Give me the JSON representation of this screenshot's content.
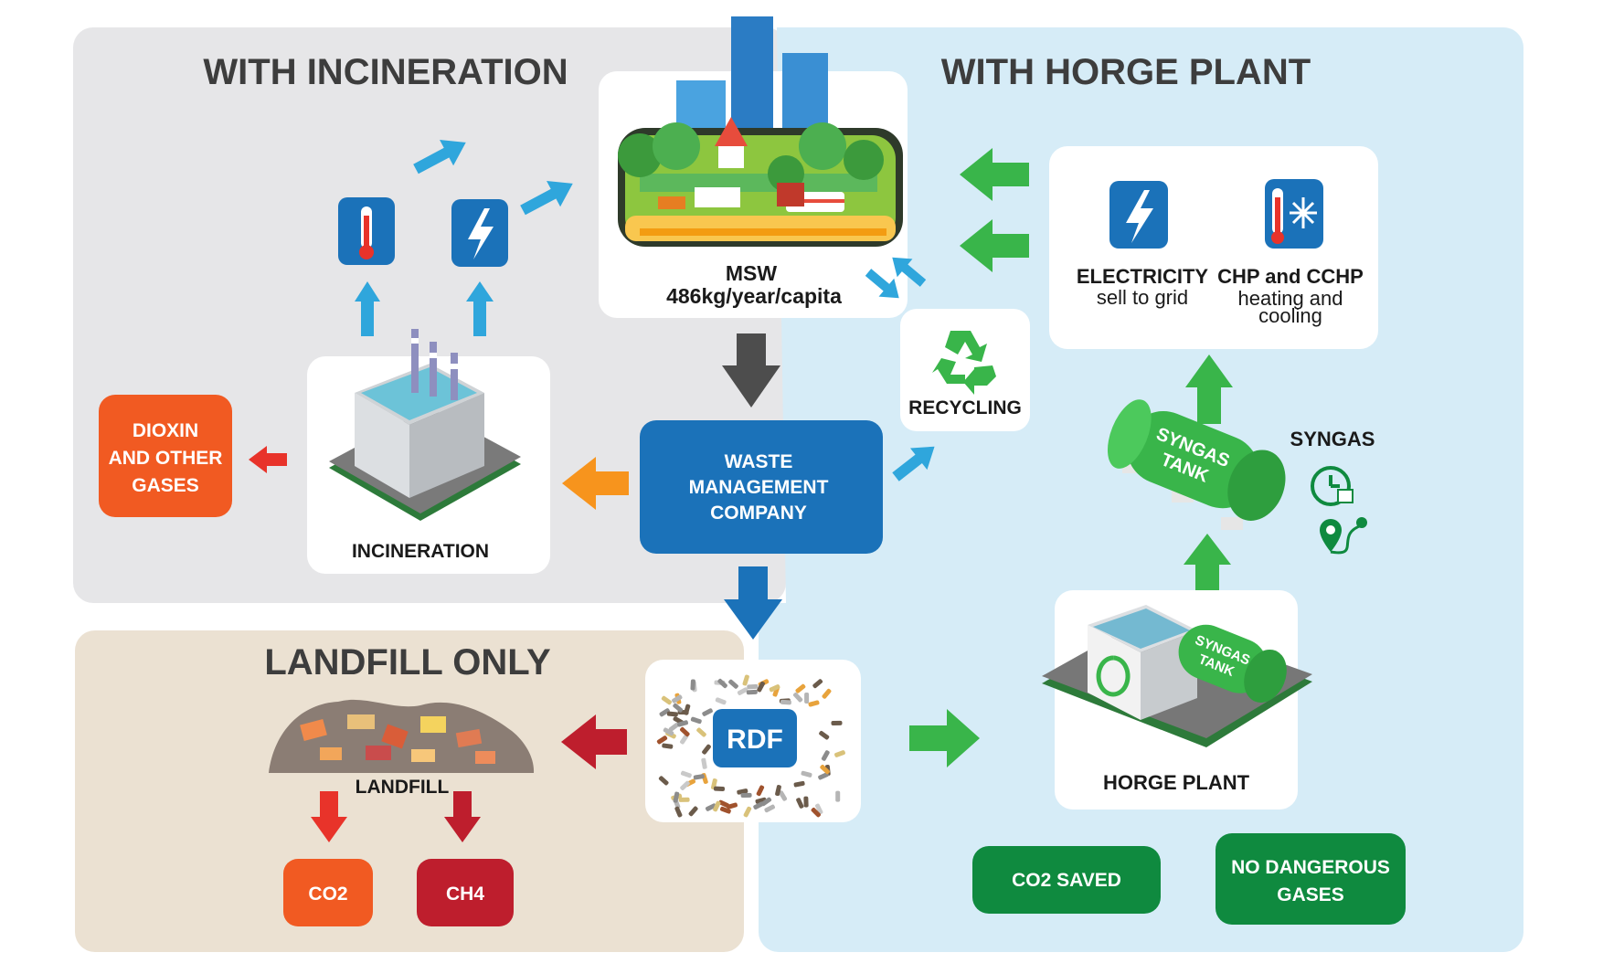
{
  "sections": {
    "incineration": {
      "title": "WITH INCINERATION"
    },
    "horge": {
      "title": "WITH HORGE PLANT"
    },
    "landfill": {
      "title": "LANDFILL ONLY"
    }
  },
  "nodes": {
    "msw": {
      "label": "MSW",
      "sublabel": "486kg/year/capita"
    },
    "waste_company": {
      "line1": "WASTE",
      "line2": "MANAGEMENT",
      "line3": "COMPANY"
    },
    "incineration": {
      "label": "INCINERATION"
    },
    "dioxin": {
      "line1": "DIOXIN",
      "line2": "AND OTHER",
      "line3": "GASES"
    },
    "recycling": {
      "label": "RECYCLING"
    },
    "electricity": {
      "label": "ELECTRICITY",
      "sub": "sell to grid"
    },
    "chp": {
      "label": "CHP and CCHP",
      "sub1": "heating and",
      "sub2": "cooling"
    },
    "syngas": {
      "label": "SYNGAS",
      "tank_line1": "SYNGAS",
      "tank_line2": "TANK"
    },
    "horge_plant": {
      "label": "HORGE PLANT",
      "tank_line1": "SYNGAS",
      "tank_line2": "TANK"
    },
    "rdf": {
      "label": "RDF"
    },
    "landfill": {
      "label": "LANDFILL"
    },
    "co2": {
      "label": "CO2"
    },
    "ch4": {
      "label": "CH4"
    },
    "co2_saved": {
      "label": "CO2 SAVED"
    },
    "no_dangerous": {
      "line1": "NO DANGEROUS",
      "line2": "GASES"
    }
  },
  "colors": {
    "incineration_bg": "#e6e6e8",
    "horge_bg": "#d6ecf7",
    "landfill_bg": "#ebe1d2",
    "blue_dark": "#1b72b9",
    "blue_light": "#2fa6dc",
    "orange": "#f15a22",
    "orange_arrow": "#f7941d",
    "red": "#e8332a",
    "dark_red": "#be1e2d",
    "green": "#39b54a",
    "green_dark": "#0f8a3f",
    "grey_text": "#3d3d3d"
  },
  "icons": [
    "thermometer-icon",
    "lightning-icon",
    "recycle-icon",
    "snowflake-thermometer-icon",
    "clock-icon",
    "map-route-icon",
    "city-illustration",
    "incinerator-building",
    "syngas-tank",
    "horge-plant-building",
    "rdf-pellets",
    "landfill-heap"
  ]
}
